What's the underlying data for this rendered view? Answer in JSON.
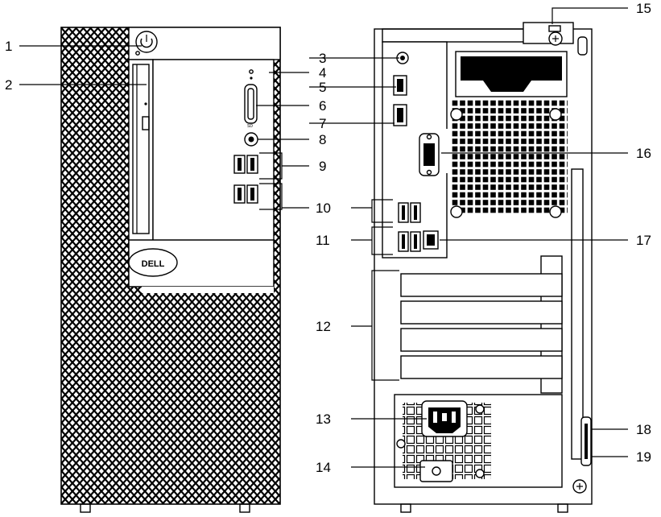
{
  "figure": {
    "brand_logo_text": "DELL",
    "front_callouts": [
      "1",
      "2",
      "3",
      "4",
      "5",
      "6",
      "7",
      "8",
      "9",
      "10"
    ],
    "rear_callouts": [
      "11",
      "12",
      "13",
      "14",
      "15",
      "16",
      "17",
      "18",
      "19"
    ]
  }
}
